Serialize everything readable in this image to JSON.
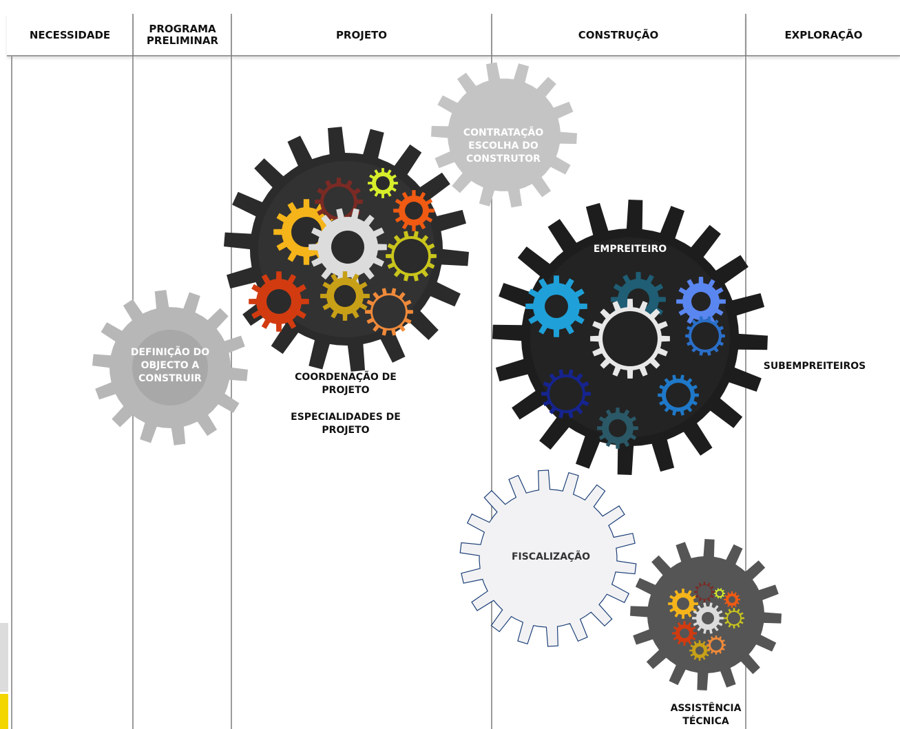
{
  "columns": [
    {
      "label": "NECESSIDADE"
    },
    {
      "label": "PROGRAMA PRELIMINAR"
    },
    {
      "label": "PROJETO"
    },
    {
      "label": "CONSTRUÇÃO"
    },
    {
      "label": "EXPLORAÇÃO"
    }
  ],
  "gears": {
    "definicao": "DEFINIÇÃO DO OBJECTO A CONSTRUIR",
    "contratacao": "CONTRATAÇÃO ESCOLHA DO CONSTRUTOR",
    "empreiteiro": "EMPREITEIRO",
    "fiscalizacao": "FISCALIZAÇÃO"
  },
  "labels": {
    "coordenacao": "COORDENAÇÃO DE PROJETO",
    "especialidades": "ESPECIALIDADES DE PROJETO",
    "subempreiteiros": "SUBEMPREITEIROS",
    "assistencia": "ASSISTÊNCIA TÉCNICA"
  },
  "colors": {
    "grey_gear": "#b7b7b7",
    "dark_gear": "#2b2b2b",
    "mid_gear": "#555555",
    "outline_gear_fill": "#f2f2f4",
    "outline_gear_stroke": "#1c3f78"
  }
}
